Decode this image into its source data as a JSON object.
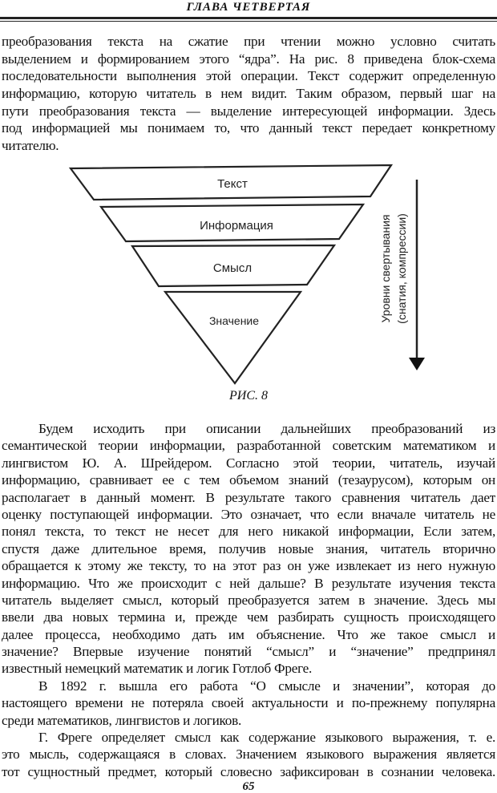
{
  "header": {
    "title": "ГЛАВА ЧЕТВЕРТАЯ"
  },
  "paragraph1": [
    "преобразования текста на сжатие при чтении можно условно считать",
    "выделением и формированием этого “ядра”. На рис. 8 приведена блок-схема",
    "последовательности выполнения этой операции. Текст содержит определенную",
    "информацию, которую читатель в нем видит. Таким образом, первый шаг на",
    "пути преобразования текста — выделение интересующей информации. Здесь",
    "под информацией мы понимаем то, что данный текст передает конкретному",
    "читателю."
  ],
  "figure": {
    "levels": [
      "Текст",
      "Информация",
      "Смысл",
      "Значение"
    ],
    "arrow_label_1": "Уровни свертывания",
    "arrow_label_2": "(снатия, компрессии)",
    "caption": "РИС. 8"
  },
  "body": [
    "Будем исходить при описании дальнейших преобразований из",
    "семантической теории информации, разработанной советским математиком и",
    "лингвистом Ю. А. Шрейдером. Согласно этой теории, читатель, изучай",
    "информацию, сравнивает ее с тем объемом знаний (тезаурусом), которым он",
    "располагает в данный момент. В результате такого сравнения читатель дает",
    "оценку поступающей информации. Это означает, что если вначале читатель не",
    "понял текста, то текст не несет для него никакой информации, Если затем,",
    "спустя даже длительное время, получив новые знания, читатель вторично",
    "обращается к этому же тексту, то на этот раз он уже извлекает из него нужную",
    "информацию. Что же происходит с ней дальше? В результате изучения текста",
    "читатель выделяет смысл, который преобразуется затем в значение. Здесь мы",
    "ввели два новых термина и, прежде чем разбирать сущность происходящего",
    "далее процесса, необходимо дать им объяснение. Что же такое смысл и",
    "значение? Впервые изучение понятий “смысл” и “значение” предпринял",
    "известный немецкий математик и логик Готлоб Фреге.",
    "В 1892 г. вышла его работа “О смысле и значении”, которая до",
    "настоящего времени не потеряла своей актуальности и по-прежнему популярна",
    "среди математиков, лингвистов и логиков.",
    "Г. Фреге определяет смысл как содержание языкового выражения, т. е.",
    "это мысль, содержащаяся в словах. Значением языкового выражения является",
    "тот сущностный предмет, который словесно зафиксирован в сознании человека."
  ],
  "page_number": "65"
}
